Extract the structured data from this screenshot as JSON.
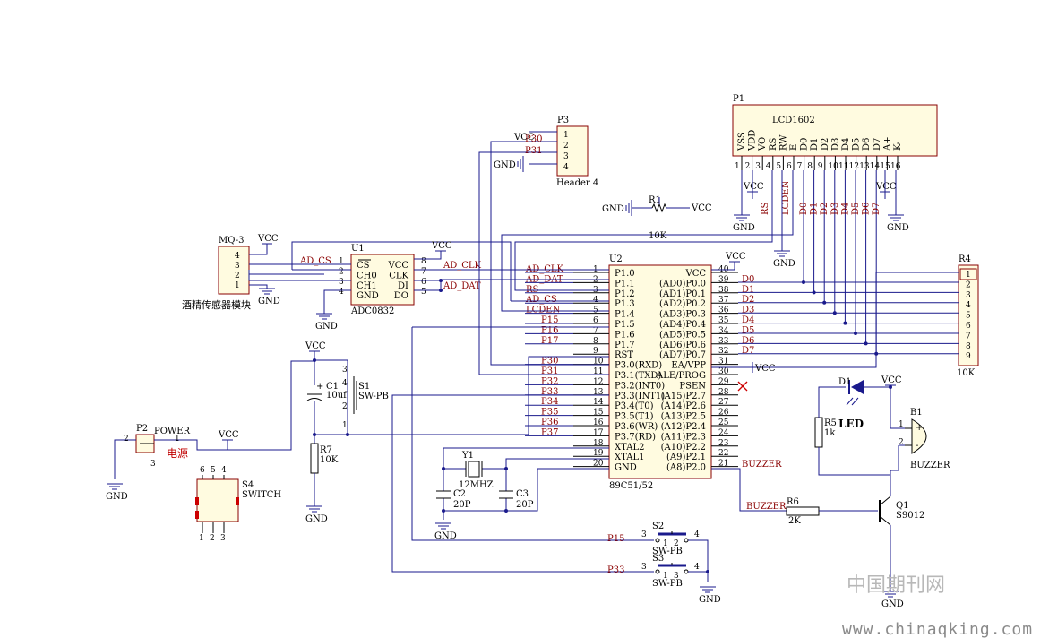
{
  "u2": {
    "ref": "U2",
    "type": "89C51/52",
    "left_pins": [
      {
        "n": "1",
        "name": "P1.0",
        "net": "AD_CLK"
      },
      {
        "n": "2",
        "name": "P1.1",
        "net": "AD_DAT"
      },
      {
        "n": "3",
        "name": "P1.2",
        "net": "RS"
      },
      {
        "n": "4",
        "name": "P1.3",
        "net": "AD_CS"
      },
      {
        "n": "5",
        "name": "P1.4",
        "net": "LCDEN"
      },
      {
        "n": "6",
        "name": "P1.5",
        "net": "P15"
      },
      {
        "n": "7",
        "name": "P1.6",
        "net": "P16"
      },
      {
        "n": "8",
        "name": "P1.7",
        "net": "P17"
      },
      {
        "n": "9",
        "name": "RST",
        "net": ""
      },
      {
        "n": "10",
        "name": "P3.0(RXD)",
        "net": "P30"
      },
      {
        "n": "11",
        "name": "P3.1(TXD)",
        "net": "P31"
      },
      {
        "n": "12",
        "name": "P3.2(INT0)",
        "net": "P32"
      },
      {
        "n": "13",
        "name": "P3.3(INT1)",
        "net": "P33"
      },
      {
        "n": "14",
        "name": "P3.4(T0)",
        "net": "P34"
      },
      {
        "n": "15",
        "name": "P3.5(T1)",
        "net": "P35"
      },
      {
        "n": "16",
        "name": "P3.6(WR)",
        "net": "P36"
      },
      {
        "n": "17",
        "name": "P3.7(RD)",
        "net": "P37"
      },
      {
        "n": "18",
        "name": "XTAL2",
        "net": ""
      },
      {
        "n": "19",
        "name": "XTAL1",
        "net": ""
      },
      {
        "n": "20",
        "name": "GND",
        "net": ""
      }
    ],
    "right_pins": [
      {
        "n": "40",
        "name": "VCC",
        "net": ""
      },
      {
        "n": "39",
        "name": "(AD0)P0.0",
        "net": "D0"
      },
      {
        "n": "38",
        "name": "(AD1)P0.1",
        "net": "D1"
      },
      {
        "n": "37",
        "name": "(AD2)P0.2",
        "net": "D2"
      },
      {
        "n": "36",
        "name": "(AD3)P0.3",
        "net": "D3"
      },
      {
        "n": "35",
        "name": "(AD4)P0.4",
        "net": "D4"
      },
      {
        "n": "34",
        "name": "(AD5)P0.5",
        "net": "D5"
      },
      {
        "n": "33",
        "name": "(AD6)P0.6",
        "net": "D6"
      },
      {
        "n": "32",
        "name": "(AD7)P0.7",
        "net": "D7"
      },
      {
        "n": "31",
        "name": "EA/VPP",
        "net": ""
      },
      {
        "n": "30",
        "name": "ALE/PROG",
        "net": ""
      },
      {
        "n": "29",
        "name": "PSEN",
        "net": ""
      },
      {
        "n": "28",
        "name": "(A15)P2.7",
        "net": ""
      },
      {
        "n": "27",
        "name": "(A14)P2.6",
        "net": ""
      },
      {
        "n": "26",
        "name": "(A13)P2.5",
        "net": ""
      },
      {
        "n": "25",
        "name": "(A12)P2.4",
        "net": ""
      },
      {
        "n": "24",
        "name": "(A11)P2.3",
        "net": ""
      },
      {
        "n": "23",
        "name": "(A10)P2.2",
        "net": ""
      },
      {
        "n": "22",
        "name": "(A9)P2.1",
        "net": ""
      },
      {
        "n": "21",
        "name": "(A8)P2.0",
        "net": "BUZZER"
      }
    ]
  },
  "u1": {
    "ref": "U1",
    "type": "ADC0832",
    "left_pins": [
      {
        "n": "1",
        "name": "CS"
      },
      {
        "n": "2",
        "name": "CH0"
      },
      {
        "n": "3",
        "name": "CH1"
      },
      {
        "n": "4",
        "name": "GND"
      }
    ],
    "right_pins": [
      {
        "n": "8",
        "name": "VCC"
      },
      {
        "n": "7",
        "name": "CLK"
      },
      {
        "n": "6",
        "name": "DI"
      },
      {
        "n": "5",
        "name": "DO"
      }
    ],
    "nets": {
      "cs": "AD_CS",
      "clk": "AD_CLK",
      "dat": "AD_DAT"
    }
  },
  "p1": {
    "ref": "P1",
    "type": "LCD1602",
    "pins": [
      {
        "n": "1",
        "name": "VSS"
      },
      {
        "n": "2",
        "name": "VDD"
      },
      {
        "n": "3",
        "name": "VO"
      },
      {
        "n": "4",
        "name": "RS"
      },
      {
        "n": "5",
        "name": "RW"
      },
      {
        "n": "6",
        "name": "E"
      },
      {
        "n": "7",
        "name": "D0"
      },
      {
        "n": "8",
        "name": "D1"
      },
      {
        "n": "9",
        "name": "D2"
      },
      {
        "n": "10",
        "name": "D3"
      },
      {
        "n": "11",
        "name": "D4"
      },
      {
        "n": "12",
        "name": "D5"
      },
      {
        "n": "13",
        "name": "D6"
      },
      {
        "n": "14",
        "name": "D7"
      },
      {
        "n": "15",
        "name": "A+"
      },
      {
        "n": "16",
        "name": "K-"
      }
    ],
    "nets": [
      "RS",
      "LCDEN",
      "D0",
      "D1",
      "D2",
      "D3",
      "D4",
      "D5",
      "D6",
      "D7"
    ]
  },
  "p3": {
    "ref": "P3",
    "type": "Header 4",
    "pins": [
      "1",
      "2",
      "3",
      "4"
    ],
    "nets": [
      "VCC",
      "P30",
      "P31",
      "GND"
    ]
  },
  "mq3": {
    "ref": "MQ-3",
    "label": "酒精传感器模块",
    "pins": [
      "4",
      "3",
      "2",
      "1"
    ]
  },
  "r4": {
    "ref": "R4",
    "value": "10K",
    "pins": [
      "1",
      "2",
      "3",
      "4",
      "5",
      "6",
      "7",
      "8",
      "9"
    ]
  },
  "r1": {
    "ref": "R1",
    "value": "10K"
  },
  "r5": {
    "ref": "R5",
    "value": "1k"
  },
  "r6": {
    "ref": "R6",
    "value": "2K"
  },
  "r7": {
    "ref": "R7",
    "value": "10K"
  },
  "c1": {
    "ref": "C1",
    "value": "10uf",
    "plus": "+"
  },
  "c2": {
    "ref": "C2",
    "value": "20P"
  },
  "c3": {
    "ref": "C3",
    "value": "20P"
  },
  "y1": {
    "ref": "Y1",
    "value": "12MHZ"
  },
  "s1": {
    "ref": "S1",
    "type": "SW-PB",
    "pins": [
      "3",
      "4",
      "2",
      "1"
    ]
  },
  "s2": {
    "ref": "S2",
    "type": "SW-PB",
    "net": "P15",
    "pins": [
      "3",
      "1",
      "2",
      "4"
    ]
  },
  "s3": {
    "ref": "S3",
    "type": "SW-PB",
    "net": "P33",
    "pins": [
      "3",
      "1",
      "3",
      "4"
    ]
  },
  "s4": {
    "ref": "S4",
    "type": "SWITCH",
    "pins": [
      "6",
      "5",
      "4",
      "1",
      "2",
      "3"
    ]
  },
  "p2": {
    "ref": "P2",
    "type": "POWER",
    "label": "电源",
    "pins": [
      "2",
      "1",
      "3"
    ]
  },
  "d1": {
    "ref": "D1",
    "type": "LED"
  },
  "b1": {
    "ref": "B1",
    "type": "BUZZER",
    "pins": [
      "1",
      "2"
    ],
    "plus": "+",
    "minus": "-"
  },
  "q1": {
    "ref": "Q1",
    "type": "S9012"
  },
  "power": {
    "vcc": "VCC",
    "gnd": "GND"
  },
  "buzzer_net": "BUZZER",
  "watermark": {
    "cn": "中国期刊网",
    "url": "www.chinaqking.com"
  }
}
